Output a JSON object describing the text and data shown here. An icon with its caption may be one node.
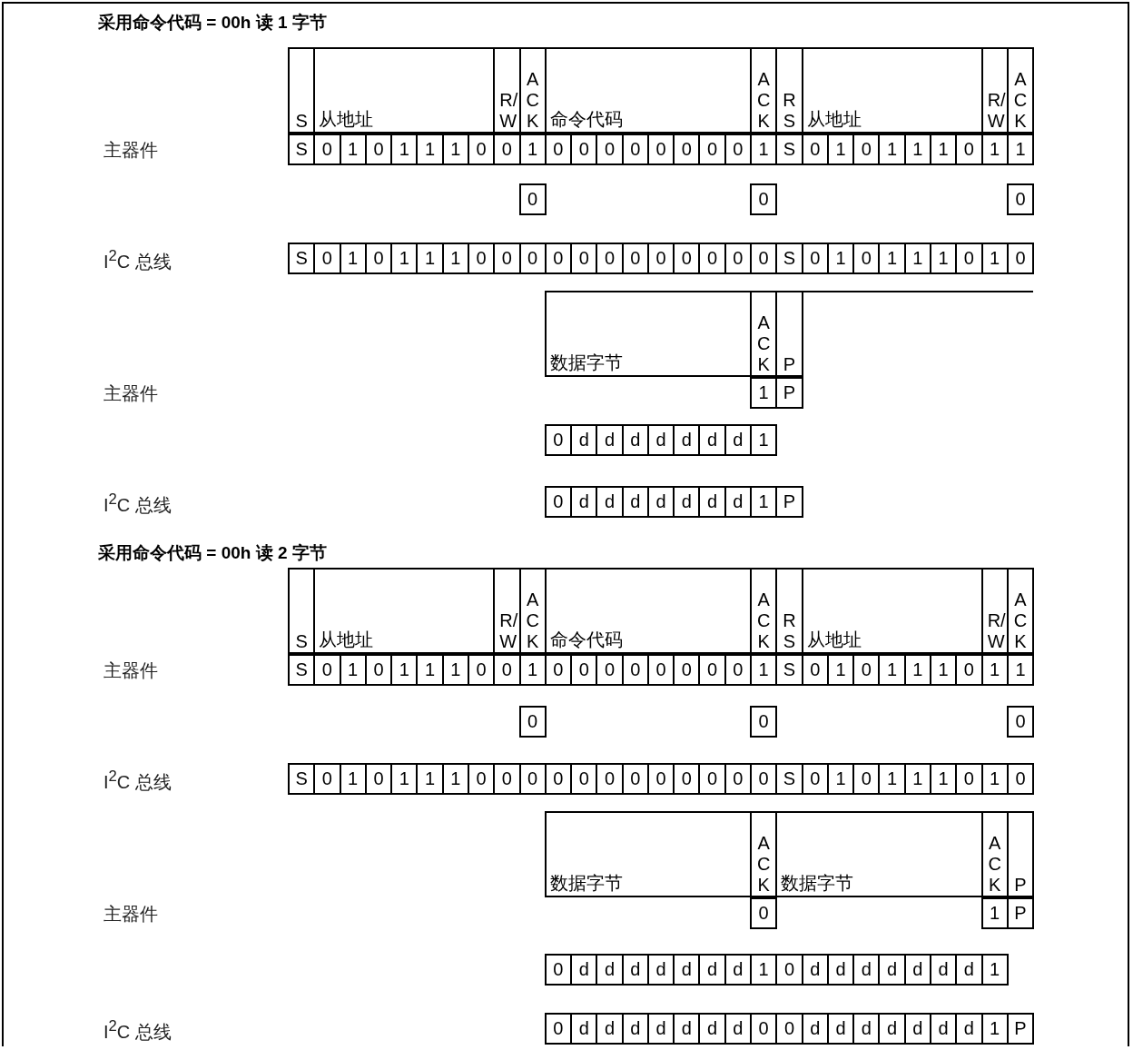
{
  "diagram": {
    "labels": [
      "采用命令代码 = 00h 读 1 字节",
      "S",
      "从地址",
      "R/W",
      "ACK",
      "命令代码",
      "ACK",
      "RS",
      "从地址",
      "R/W",
      "ACK",
      "主器件",
      "S",
      "0",
      "1",
      "0",
      "1",
      "1",
      "1",
      "0",
      "0",
      "1",
      "0",
      "0",
      "0",
      "0",
      "0",
      "0",
      "0",
      "0",
      "1",
      "S",
      "0",
      "1",
      "0",
      "1",
      "1",
      "1",
      "0",
      "1",
      "1",
      "0",
      "0",
      "0",
      "I$^{2}$C 总线",
      "S",
      "0",
      "1",
      "0",
      "1",
      "1",
      "1",
      "0",
      "0",
      "0",
      "0",
      "0",
      "0",
      "0",
      "0",
      "0",
      "0",
      "0",
      "0",
      "S",
      "0",
      "1",
      "0",
      "1",
      "1",
      "1",
      "0",
      "1",
      "0",
      "数据字节",
      "ACK",
      "P",
      "主器件",
      "1",
      "P",
      "0",
      "d",
      "d",
      "d",
      "d",
      "d",
      "d",
      "d",
      "1",
      "I$^{2}$C 总线",
      "0",
      "d",
      "d",
      "d",
      "d",
      "d",
      "d",
      "d",
      "1",
      "P",
      "采用命令代码 = 00h 读 2 字节",
      "S",
      "从地址",
      "R/W",
      "ACK",
      "命令代码",
      "ACK",
      "RS",
      "从地址",
      "R/W",
      "ACK",
      "主器件",
      "S",
      "0",
      "1",
      "0",
      "1",
      "1",
      "1",
      "0",
      "0",
      "1",
      "0",
      "0",
      "0",
      "0",
      "0",
      "0",
      "0",
      "0",
      "1",
      "S",
      "0",
      "1",
      "0",
      "1",
      "1",
      "1",
      "0",
      "1",
      "1",
      "0",
      "0",
      "0",
      "I$^{2}$C 总线",
      "S",
      "0",
      "1",
      "0",
      "1",
      "1",
      "1",
      "0",
      "0",
      "0",
      "0",
      "0",
      "0",
      "0",
      "0",
      "0",
      "0",
      "0",
      "0",
      "S",
      "0",
      "1",
      "0",
      "1",
      "1",
      "1",
      "0",
      "1",
      "0",
      "数据字节",
      "ACK",
      "数据字节",
      "ACK",
      "P",
      "主器件",
      "0",
      "1",
      "P",
      "0",
      "d",
      "d",
      "d",
      "d",
      "d",
      "d",
      "d",
      "1",
      "0",
      "d",
      "d",
      "d",
      "d",
      "d",
      "d",
      "d",
      "1",
      "I$^{2}$C 总线",
      "0",
      "d",
      "d",
      "d",
      "d",
      "d",
      "d",
      "d",
      "0",
      "0",
      "d",
      "d",
      "d",
      "d",
      "d",
      "d",
      "d",
      "1",
      "P"
    ]
  }
}
